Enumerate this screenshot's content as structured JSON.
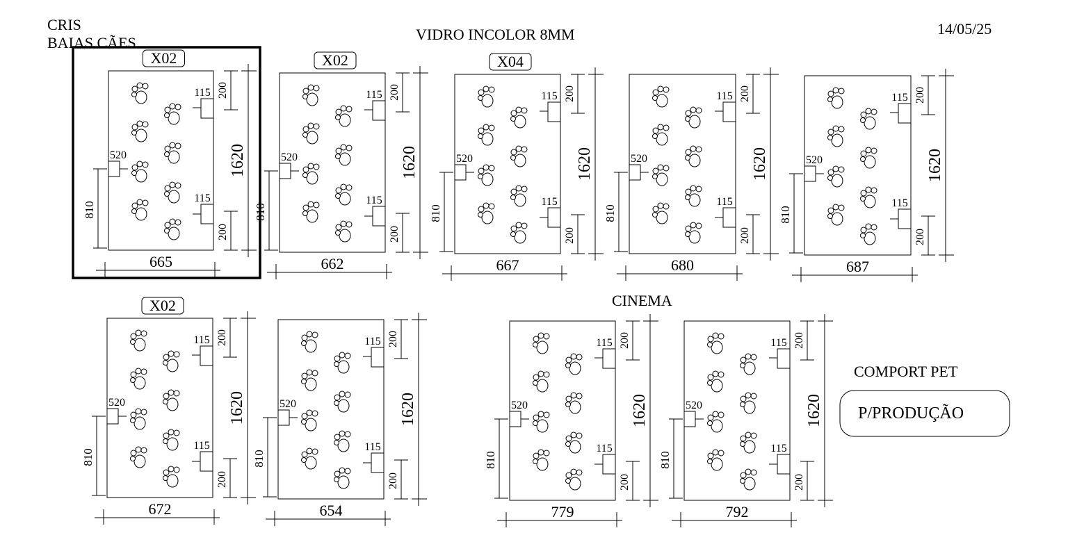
{
  "header": {
    "client": "CRIS",
    "subject": "BAIAS CÃES",
    "title": "VIDRO INCOLOR 8MM",
    "date": "14/05/25"
  },
  "cinema_label": "CINEMA",
  "comport_label": "COMPORT PET",
  "stamp_label": "P/PRODUÇÃO",
  "panels": [
    {
      "id": "panel-1",
      "qty": "X02",
      "width": "665",
      "height": "1620",
      "handle_pos": "520",
      "handle_height": "810",
      "hinge_w": "115",
      "hinge_offset": "200",
      "selected": true
    },
    {
      "id": "panel-2",
      "qty": "X02",
      "width": "662",
      "height": "1620",
      "handle_pos": "520",
      "handle_height": "810",
      "hinge_w": "115",
      "hinge_offset": "200",
      "selected": false
    },
    {
      "id": "panel-3",
      "qty": "X04",
      "width": "667",
      "height": "1620",
      "handle_pos": "520",
      "handle_height": "810",
      "hinge_w": "115",
      "hinge_offset": "200",
      "selected": false
    },
    {
      "id": "panel-4",
      "qty": "",
      "width": "680",
      "height": "1620",
      "handle_pos": "520",
      "handle_height": "810",
      "hinge_w": "115",
      "hinge_offset": "200",
      "selected": false
    },
    {
      "id": "panel-5",
      "qty": "",
      "width": "687",
      "height": "1620",
      "handle_pos": "520",
      "handle_height": "810",
      "hinge_w": "115",
      "hinge_offset": "200",
      "selected": false
    },
    {
      "id": "panel-6",
      "qty": "X02",
      "width": "672",
      "height": "1620",
      "handle_pos": "520",
      "handle_height": "810",
      "hinge_w": "115",
      "hinge_offset": "200",
      "selected": false
    },
    {
      "id": "panel-7",
      "qty": "",
      "width": "654",
      "height": "1620",
      "handle_pos": "520",
      "handle_height": "810",
      "hinge_w": "115",
      "hinge_offset": "200",
      "selected": false
    },
    {
      "id": "panel-8",
      "qty": "",
      "width": "779",
      "height": "1620",
      "handle_pos": "520",
      "handle_height": "810",
      "hinge_w": "115",
      "hinge_offset": "200",
      "selected": false
    },
    {
      "id": "panel-9",
      "qty": "",
      "width": "792",
      "height": "1620",
      "handle_pos": "520",
      "handle_height": "810",
      "hinge_w": "115",
      "hinge_offset": "200",
      "selected": false
    }
  ],
  "colors": {
    "ink": "#000000",
    "paper": "#ffffff"
  }
}
